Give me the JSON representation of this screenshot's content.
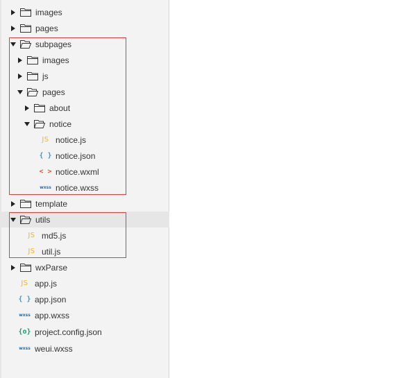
{
  "explorer": {
    "items": [
      {
        "label": "images"
      },
      {
        "label": "pages"
      },
      {
        "label": "subpages"
      },
      {
        "label": "images"
      },
      {
        "label": "js"
      },
      {
        "label": "pages"
      },
      {
        "label": "about"
      },
      {
        "label": "notice"
      },
      {
        "label": "notice.js"
      },
      {
        "label": "notice.json"
      },
      {
        "label": "notice.wxml"
      },
      {
        "label": "notice.wxss"
      },
      {
        "label": "template"
      },
      {
        "label": "utils"
      },
      {
        "label": "md5.js"
      },
      {
        "label": "util.js"
      },
      {
        "label": "wxParse"
      },
      {
        "label": "app.js"
      },
      {
        "label": "app.json"
      },
      {
        "label": "app.wxss"
      },
      {
        "label": "project.config.json"
      },
      {
        "label": "weui.wxss"
      }
    ],
    "icon_labels": {
      "js": "JS",
      "json": "{ }",
      "wxml": "< >",
      "wxss": "wxss",
      "config": "{o}"
    }
  },
  "colors": {
    "highlight_border": "#e03a3a",
    "js_icon": "#f2b32a",
    "json_icon": "#2aa0d8",
    "wxml_icon": "#e8552b",
    "wxss_icon": "#1d6fb8",
    "config_icon": "#13a36a"
  }
}
